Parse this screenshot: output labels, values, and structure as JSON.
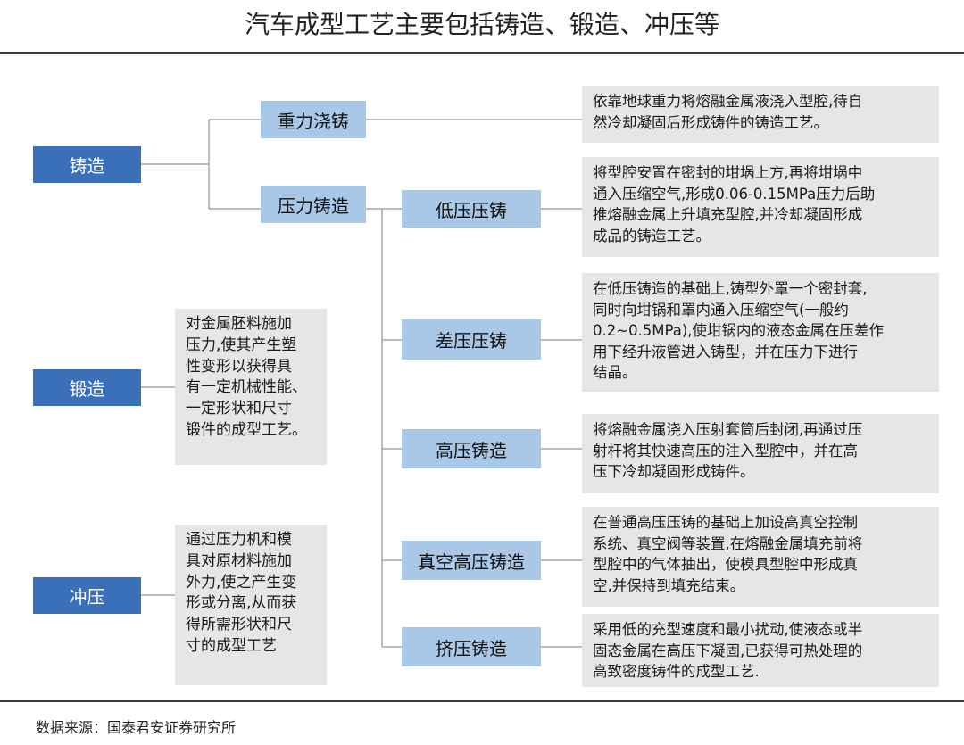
{
  "title": "汽车成型工艺主要包括铸造、锻造、冲压等",
  "categories": {
    "casting": "铸造",
    "forging": "锻造",
    "stamping": "冲压"
  },
  "casting_types": {
    "gravity": "重力浇铸",
    "pressure": "压力铸造"
  },
  "pressure_types": {
    "low": "低压压铸",
    "differential": "差压压铸",
    "high": "高压铸造",
    "vacuum": "真空高压铸造",
    "squeeze": "挤压铸造"
  },
  "descriptions": {
    "gravity": "依靠地球重力将熔融金属液浇入型腔,待自\n然冷却凝固后形成铸件的铸造工艺。",
    "low": "将型腔安置在密封的坩埚上方,再将坩埚中\n通入压缩空气,形成0.06-0.15MPa压力后助\n推熔融金属上升填充型腔,并冷却凝固形成\n成品的铸造工艺。",
    "differential": "在低压铸造的基础上,铸型外罩一个密封套,\n同时向坩锅和罩内通入压缩空气(一般约\n0.2~0.5MPa),使坩锅内的液态金属在压差作\n用下经升液管进入铸型，并在压力下进行\n结晶。",
    "high": "将熔融金属浇入压射套筒后封闭,再通过压\n射杆将其快速高压的注入型腔中，并在高\n压下冷却凝固形成铸件。",
    "vacuum": "在普通高压压铸的基础上加设高真空控制\n系统、真空阀等装置,在熔融金属填充前将\n型腔中的气体抽出，使模具型腔中形成真\n空,并保持到填充结束。",
    "squeeze": "采用低的充型速度和最小扰动,使液态或半\n固态金属在高压下凝固,已获得可热处理的\n高致密度铸件的成型工艺.",
    "forging": "对金属胚料施加\n压力,使其产生塑\n性变形以获得具\n有一定机械性能、\n一定形状和尺寸\n锻件的成型工艺。",
    "stamping": "通过压力机和模\n具对原材料施加\n外力,使之产生变\n形或分离,从而获\n得所需形状和尺\n寸的成型工艺"
  },
  "source": "数据来源：国泰君安证券研究所",
  "colors": {
    "dark_box": "#3a6fba",
    "light_box": "#a9c7e7",
    "desc_box": "#e6e6e6",
    "line": "#a6a6a6"
  }
}
